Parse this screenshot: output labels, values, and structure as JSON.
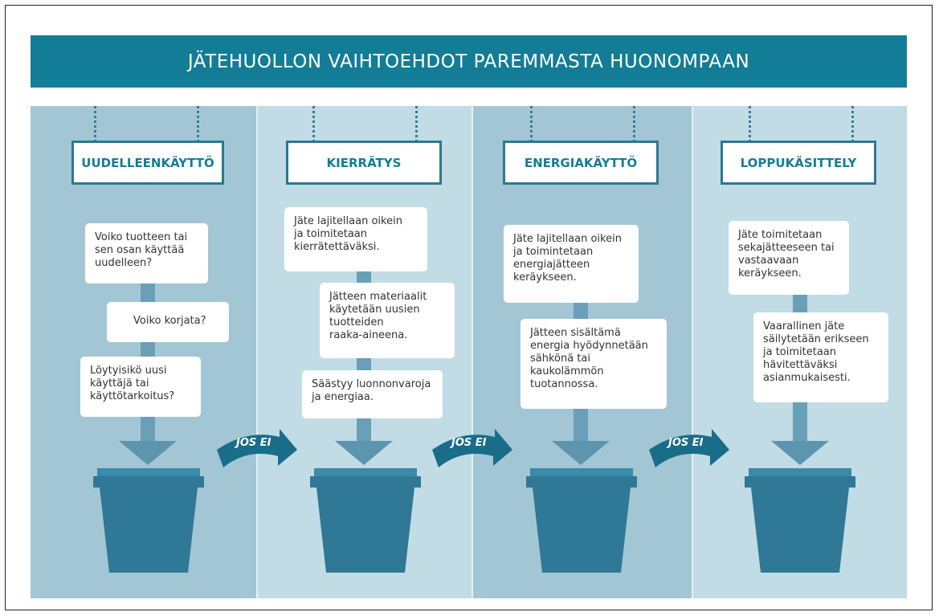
{
  "title": "JÄTEHUOLLON VAIHTOEHDOT PAREMMASTA HUONOMPAAN",
  "columns": [
    {
      "heading": "UUDELLEENKÄYTTÖ",
      "cards": [
        "Voiko tuotteen tai\nsen osan käyttää\nuudelleen?",
        "Voiko korjata?",
        "Löytyisikö uusi\nkäyttäjä tai\nkäyttötarkoitus?"
      ]
    },
    {
      "heading": "KIERRÄTYS",
      "cards": [
        "Jäte lajitellaan oikein\nja toimitetaan\nkierrätettäväksi.",
        "Jätteen materiaalit\nkäytetään uusien\ntuotteiden\nraaka-aineena.",
        "Säästyy luonnonvaroja\nja energiaa."
      ]
    },
    {
      "heading": "ENERGIAKÄYTTÖ",
      "cards": [
        "Jäte lajitellaan oikein\nja toimintetaan\nenergiajätteen\nkeräykseen.",
        "Jätteen sisältämä\nenergia hyödynnetään\nsähkönä tai\nkaukolämmön\ntuotannossa."
      ]
    },
    {
      "heading": "LOPPUKÄSITTELY",
      "cards": [
        "Jäte toimitetaan\nsekajätteeseen tai\nvastaavaan\nkeräykseen.",
        "Vaarallinen jäte\nsäilytetään erikseen\nja toimitetaan\nhävitettäväksi\nasianmukaisesti."
      ]
    }
  ],
  "connectors": [
    "JOS EI",
    "JOS EI",
    "JOS EI"
  ],
  "colors": {
    "banner": "#137d97",
    "dark_col": "#a3c6d5",
    "light_col": "#c1dce5",
    "bucket": "#2f7896"
  },
  "icons": [
    "bucket-icon",
    "down-arrow-icon",
    "curved-arrow-icon"
  ]
}
